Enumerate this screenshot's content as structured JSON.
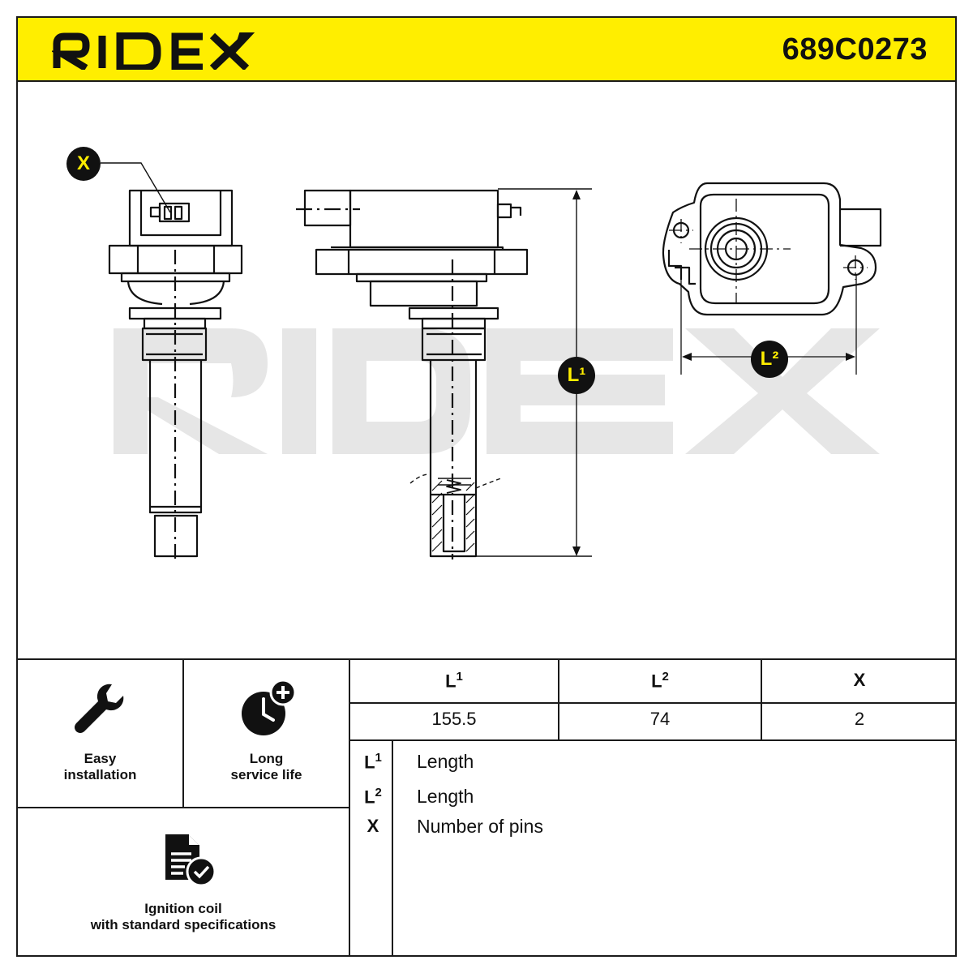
{
  "header": {
    "brand": "RIDEX",
    "part_number": "689C0273",
    "background_color": "#ffee00"
  },
  "diagram": {
    "watermark": "RIDEX",
    "callouts": {
      "x_label": "X",
      "l1_label": "L¹",
      "l2_label": "L²"
    }
  },
  "features": [
    {
      "icon": "wrench-icon",
      "label_line1": "Easy",
      "label_line2": "installation"
    },
    {
      "icon": "clock-plus-icon",
      "label_line1": "Long",
      "label_line2": "service life"
    },
    {
      "icon": "document-check-icon",
      "label_line1": "Ignition coil",
      "label_line2": "with standard specifications"
    }
  ],
  "spec_table": {
    "headers": [
      "L",
      "L",
      "X"
    ],
    "header_sups": [
      "1",
      "2",
      ""
    ],
    "values": [
      "155.5",
      "74",
      "2"
    ]
  },
  "legend": [
    {
      "key": "L",
      "sup": "1",
      "description": "Length"
    },
    {
      "key": "L",
      "sup": "2",
      "description": "Length"
    },
    {
      "key": "X",
      "sup": "",
      "description": "Number of pins"
    }
  ]
}
